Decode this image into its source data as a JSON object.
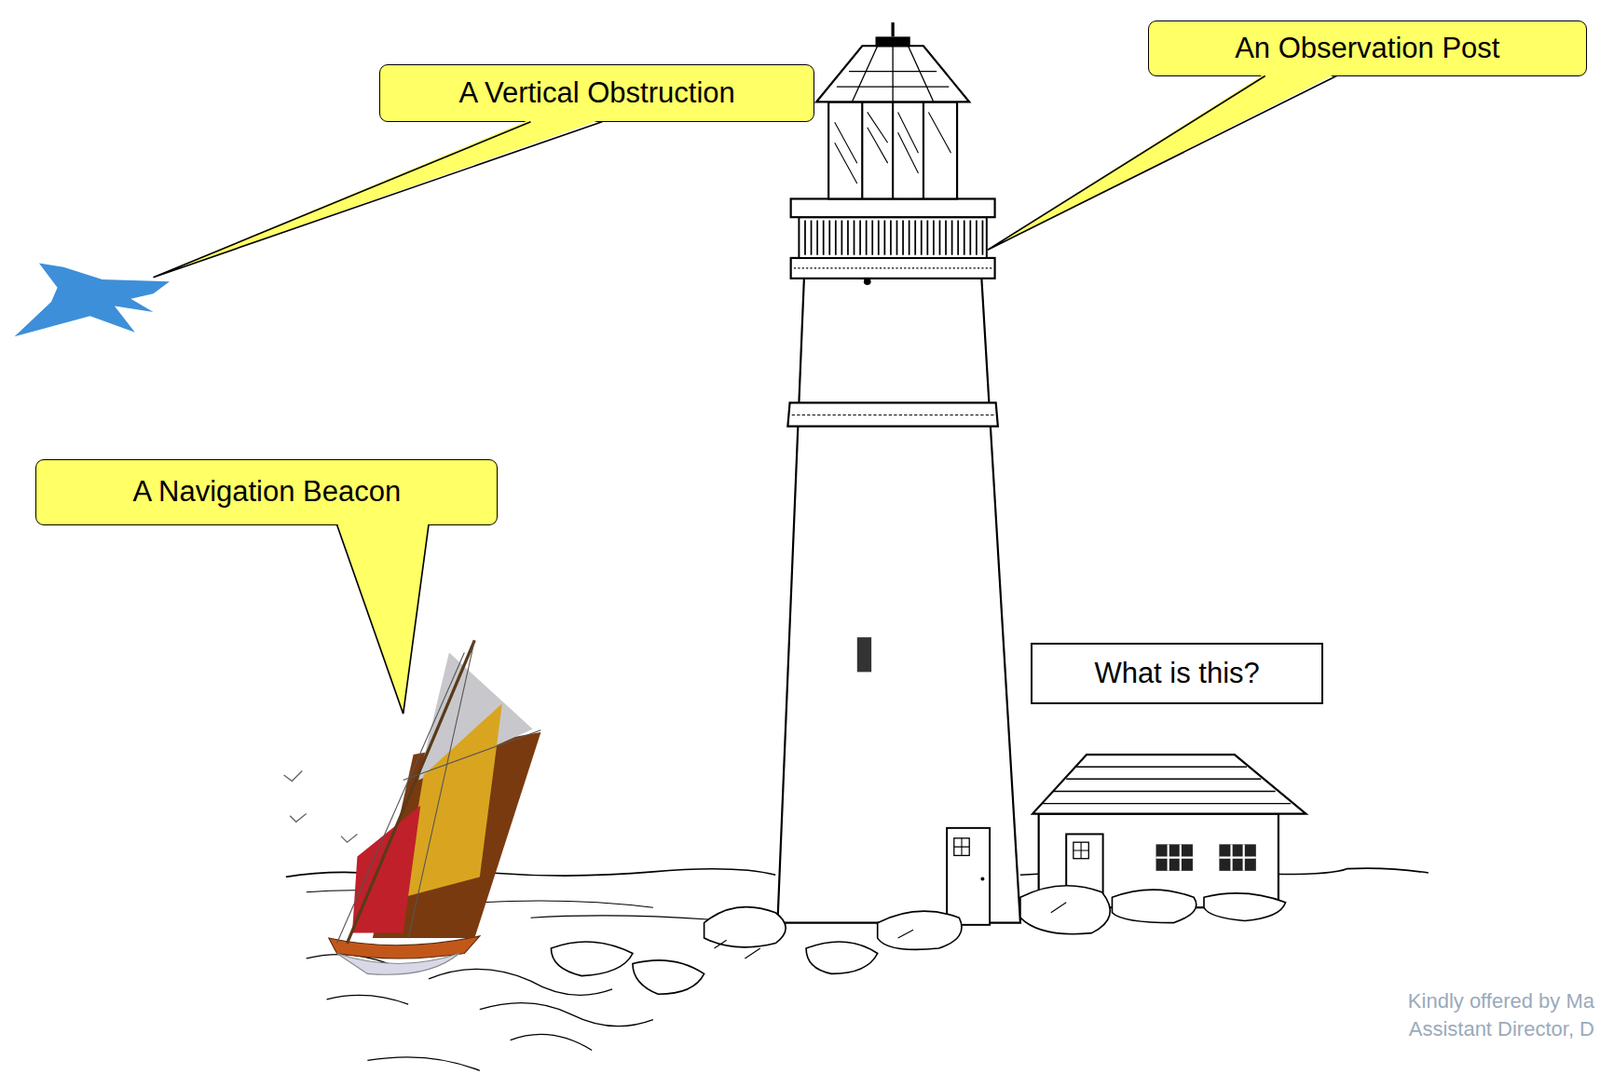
{
  "diagram": {
    "nodes": [
      {
        "text": [
          "A Vertical Obstruction"
        ]
      },
      {
        "text": [
          "An Observation Post"
        ]
      },
      {
        "text": [
          "A Navigation Beacon"
        ]
      },
      {
        "text": [
          "What is this?"
        ]
      }
    ],
    "labels": [
      "Kindly offered by Ma",
      "Assistant Director, D"
    ]
  }
}
